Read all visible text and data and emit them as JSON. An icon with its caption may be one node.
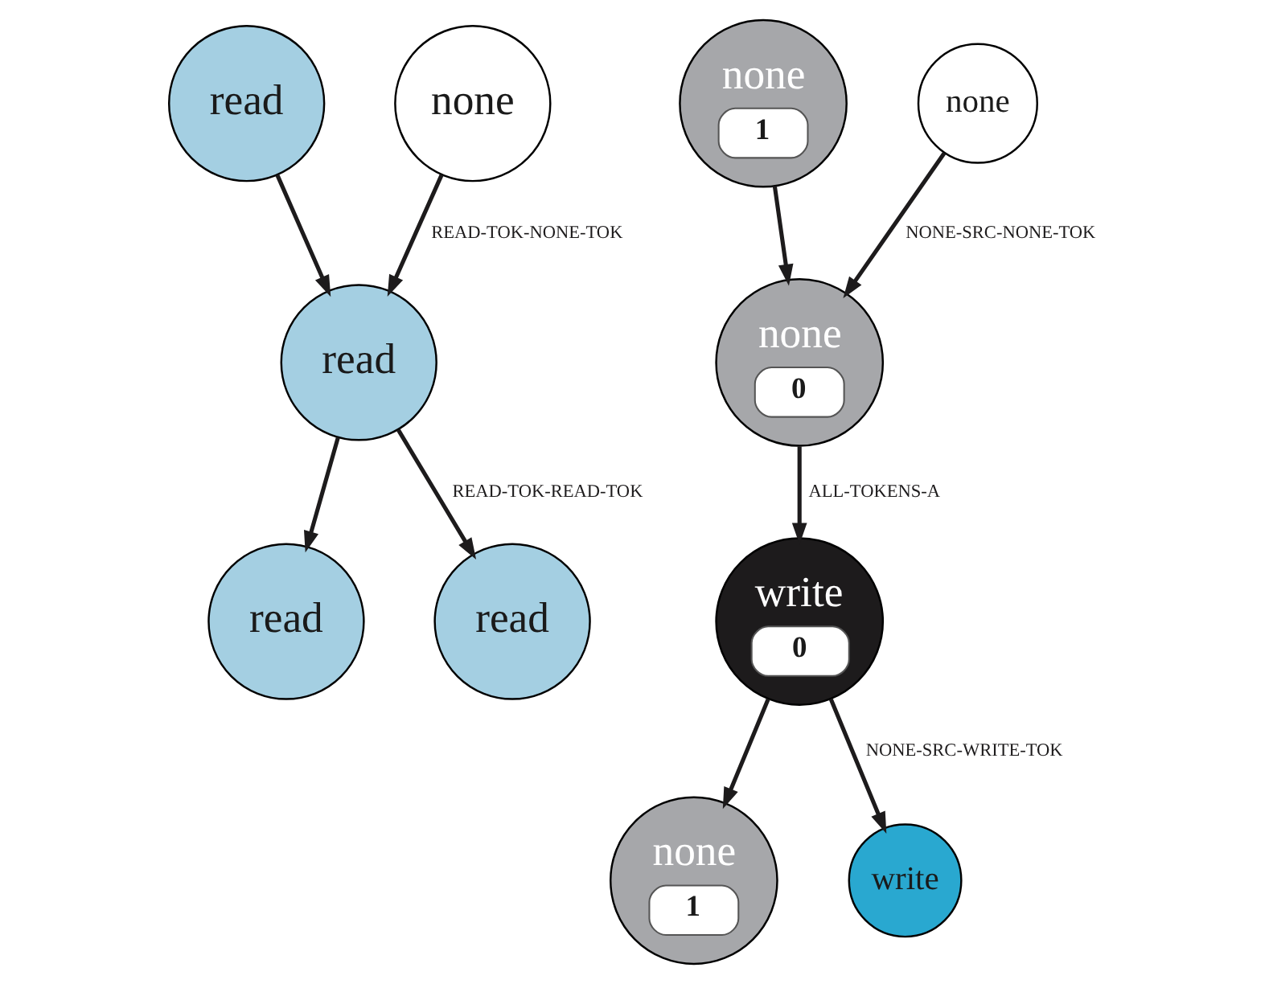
{
  "diagram": {
    "nodes": [
      {
        "text": [
          "read"
        ]
      },
      {
        "text": [
          "none"
        ]
      },
      {
        "text": [
          "read"
        ]
      },
      {
        "text": [
          "read"
        ]
      },
      {
        "text": [
          "read"
        ]
      },
      {
        "text": [
          "none",
          "1"
        ]
      },
      {
        "text": [
          "none"
        ]
      },
      {
        "text": [
          "none",
          "0"
        ]
      },
      {
        "text": [
          "write",
          "0"
        ]
      },
      {
        "text": [
          "none",
          "1"
        ]
      },
      {
        "text": [
          "write"
        ]
      }
    ],
    "edges": [
      {
        "from": 0,
        "to": 2,
        "arrow": "to"
      },
      {
        "from": 1,
        "to": 2,
        "arrow": "to",
        "label": "READ-TOK-NONE-TOK"
      },
      {
        "from": 2,
        "to": 3,
        "arrow": "to"
      },
      {
        "from": 2,
        "to": 4,
        "arrow": "to",
        "label": "READ-TOK-READ-TOK"
      },
      {
        "from": 5,
        "to": 7,
        "arrow": "to"
      },
      {
        "from": 6,
        "to": 7,
        "arrow": "to",
        "label": "NONE-SRC-NONE-TOK"
      },
      {
        "from": 7,
        "to": 8,
        "arrow": "to",
        "label": "ALL-TOKENS-A"
      },
      {
        "from": 8,
        "to": 9,
        "arrow": "to"
      },
      {
        "from": 8,
        "to": 10,
        "arrow": "to",
        "label": "NONE-SRC-WRITE-TOK"
      }
    ]
  }
}
